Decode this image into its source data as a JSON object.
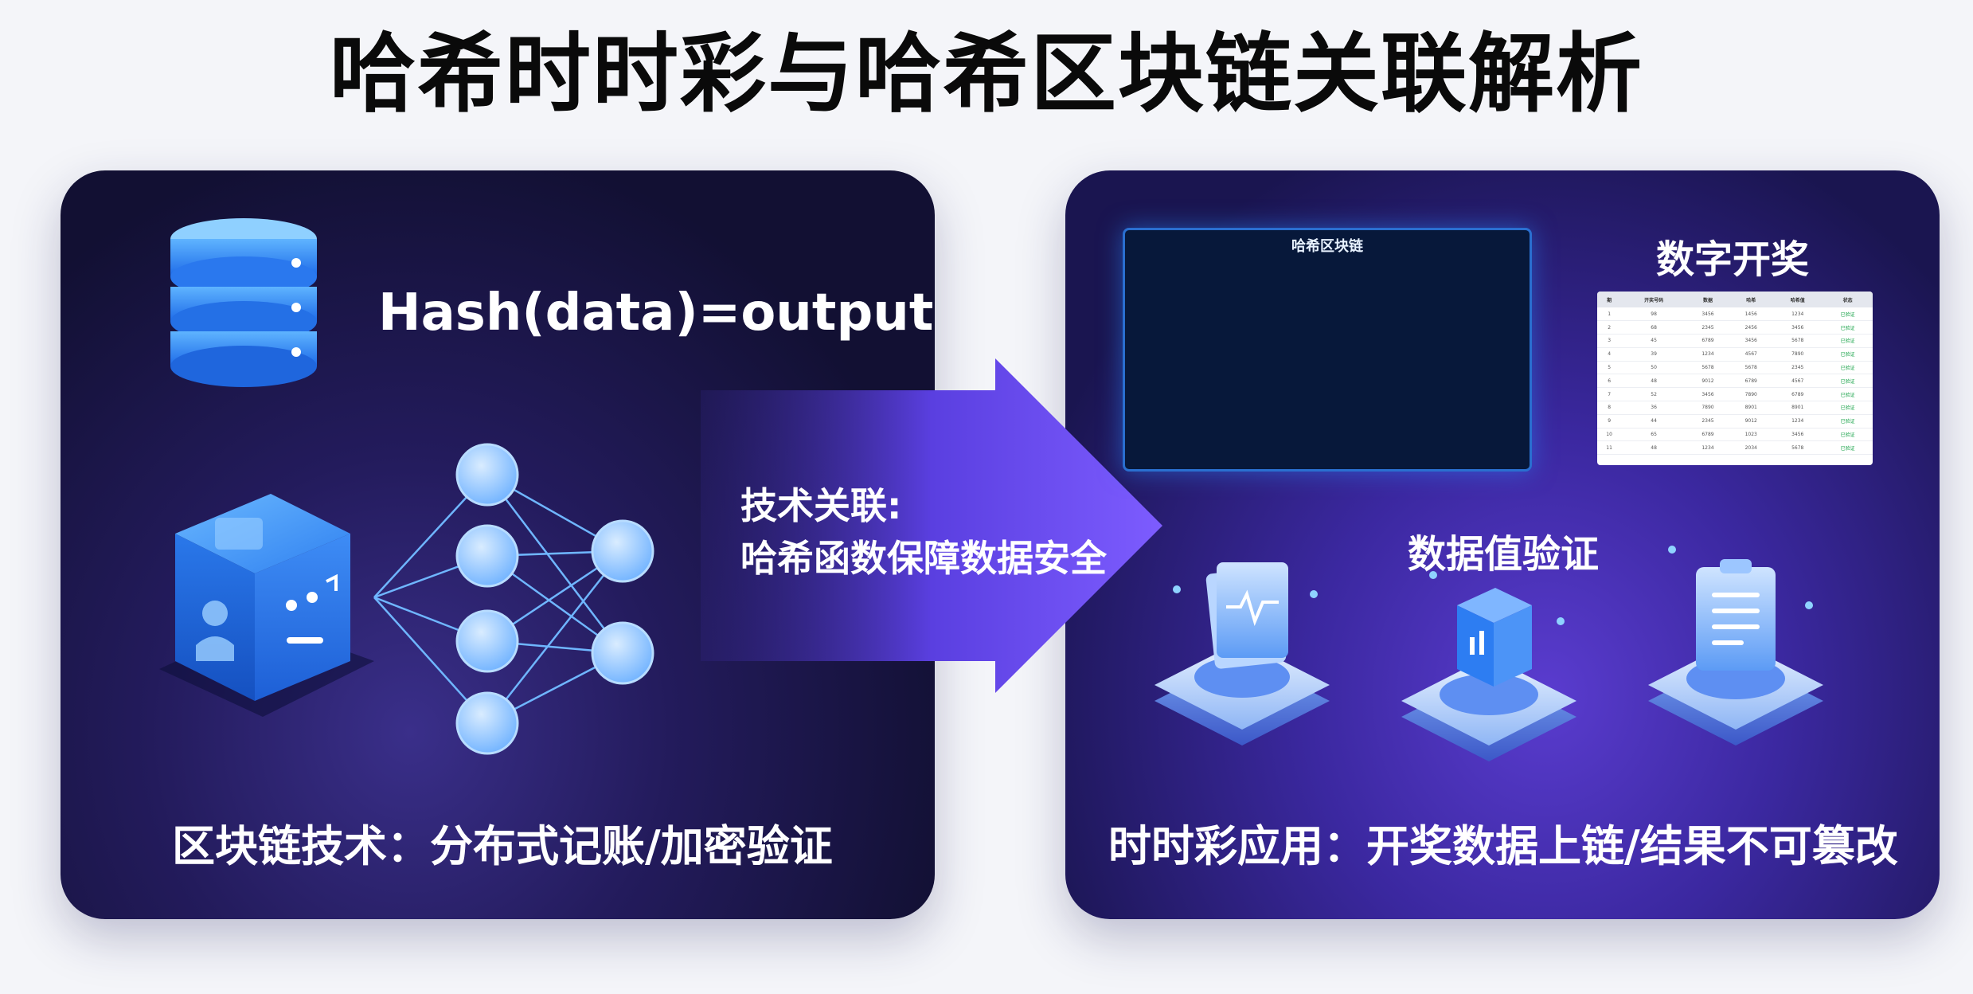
{
  "title": "哈希时时彩与哈希区块链关联解析",
  "left_panel": {
    "formula": "Hash(data)=output",
    "caption": "区块链技术：分布式记账/加密验证",
    "icons": [
      "database-icon",
      "blockchain-cube-icon",
      "neural-network-icon"
    ]
  },
  "connector": {
    "line1": "技术关联:",
    "line2": "哈希函数保障数据安全"
  },
  "right_panel": {
    "dashboard_title": "哈希区块链",
    "lottery_label": "数字开奖",
    "verify_label": "数据值验证",
    "caption": "时时彩应用：开奖数据上链/结果不可篡改",
    "icons": [
      "heartbeat-document-icon",
      "chart-box-icon",
      "clipboard-document-icon"
    ]
  },
  "results_table": {
    "headers": [
      "期",
      "开奖号码",
      "数据",
      "哈希",
      "哈希值",
      "状态"
    ],
    "rows": [
      [
        "1",
        "98",
        "3456",
        "1456",
        "1234",
        "已验证"
      ],
      [
        "2",
        "68",
        "2345",
        "2456",
        "3456",
        "已验证"
      ],
      [
        "3",
        "45",
        "6789",
        "3456",
        "5678",
        "已验证"
      ],
      [
        "4",
        "39",
        "1234",
        "4567",
        "7890",
        "已验证"
      ],
      [
        "5",
        "50",
        "5678",
        "5678",
        "2345",
        "已验证"
      ],
      [
        "6",
        "48",
        "9012",
        "6789",
        "4567",
        "已验证"
      ],
      [
        "7",
        "52",
        "3456",
        "7890",
        "6789",
        "已验证"
      ],
      [
        "8",
        "36",
        "7890",
        "8901",
        "8901",
        "已验证"
      ],
      [
        "9",
        "44",
        "2345",
        "9012",
        "1234",
        "已验证"
      ],
      [
        "10",
        "65",
        "6789",
        "1023",
        "3456",
        "已验证"
      ],
      [
        "11",
        "48",
        "1234",
        "2034",
        "5678",
        "已验证"
      ]
    ]
  },
  "colors": {
    "accent_blue": "#3a8dff",
    "accent_purple": "#6b4df0",
    "panel_dark": "#121033"
  }
}
